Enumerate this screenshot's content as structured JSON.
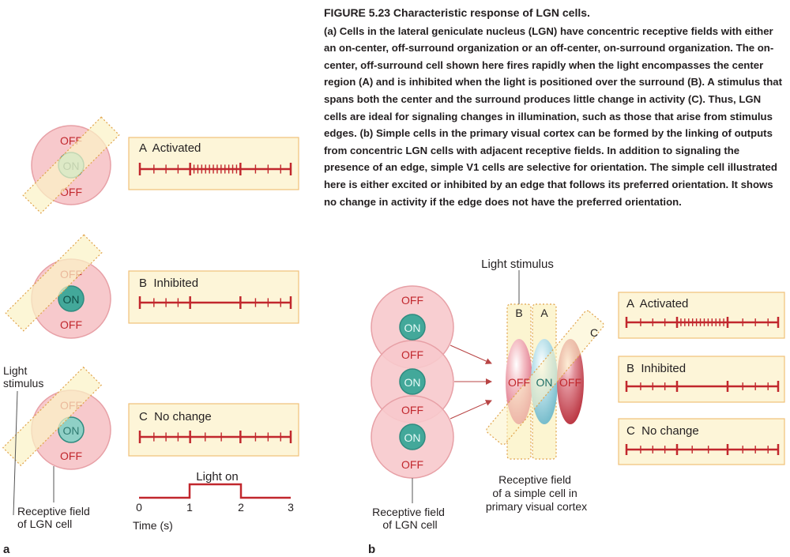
{
  "caption": {
    "title": "FIGURE 5.23  Characteristic response of LGN cells.",
    "body": "(a) Cells in the lateral geniculate nucleus (LGN) have concentric receptive fields with either an on-center, off-surround organization or an off-center, on-surround organization. The on-center, off-surround cell shown here fires rapidly when the light encompasses the center region (A) and is inhibited when the light is positioned over the surround (B). A stimulus that spans both the center and the surround produces little change in activity (C). Thus, LGN cells are ideal for signaling changes in illumination, such as those that arise from stimulus edges. (b) Simple cells in the primary visual cortex can be formed by the linking of outputs from concentric LGN cells with adjacent receptive fields. In addition to signaling the presence of an edge, simple V1 cells are selective for orientation. The simple cell illustrated here is either excited or inhibited by an edge that follows its preferred orientation. It shows no change in activity if the edge does not have the preferred orientation."
  },
  "panel_a": {
    "letter": "a",
    "off_label": "OFF",
    "on_label": "ON",
    "responses": [
      {
        "label": "A  Activated"
      },
      {
        "label": "B  Inhibited"
      },
      {
        "label": "C  No change"
      }
    ],
    "light_stimulus_label": [
      "Light",
      "stimulus"
    ],
    "receptive_field_label": [
      "Receptive field",
      "of LGN cell"
    ],
    "timeline": {
      "light_on_label": "Light on",
      "ticks": [
        "0",
        "1",
        "2",
        "3"
      ],
      "axis_label": "Time (s)",
      "light_on_interval_s": [
        1,
        2
      ]
    }
  },
  "panel_b": {
    "letter": "b",
    "off_label": "OFF",
    "on_label": "ON",
    "light_stimulus_label": "Light stimulus",
    "strip_letters": [
      "B",
      "A",
      "C"
    ],
    "responses": [
      {
        "label": "A  Activated"
      },
      {
        "label": "B  Inhibited"
      },
      {
        "label": "C  No change"
      }
    ],
    "lgn_label": [
      "Receptive field",
      "of LGN cell"
    ],
    "simple_cell_label": [
      "Receptive field",
      "of a simple cell in",
      "primary visual cortex"
    ]
  },
  "colors": {
    "red": "#c1272d",
    "pink_fill": "#f7c9cc",
    "pink_stroke": "#e7a0a6",
    "on_fill": "#43a89a",
    "box_fill": "#fdf5d8",
    "box_stroke": "#f0c078",
    "stimulus_fill": "#fbf3c6"
  }
}
